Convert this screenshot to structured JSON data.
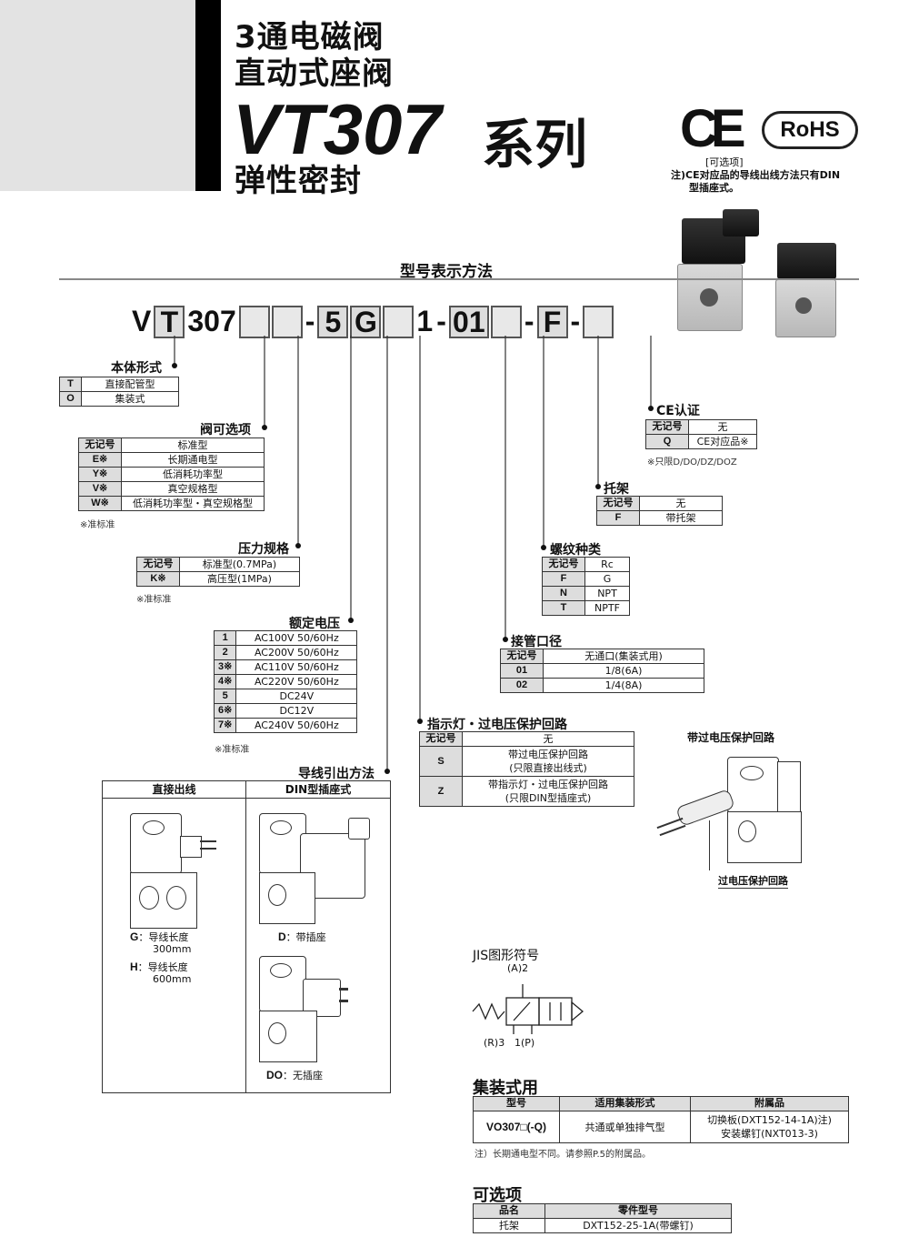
{
  "header": {
    "line1": "3通电磁阀",
    "line2": "直动式座阀",
    "model": "VT307",
    "series": "系列",
    "line4": "弹性密封",
    "ce_label": "CE",
    "ce_option": "[可选项]",
    "ce_note1": "注)CE对应品的导线出线方法只有DIN",
    "ce_note2": "型插座式。",
    "rohs": "RoHS"
  },
  "model_notation": {
    "title": "型号表示方法",
    "codes": [
      "V",
      "T",
      "307",
      "",
      "",
      "-",
      "5",
      "G",
      "",
      "1",
      "-",
      "01",
      "",
      "-",
      "F",
      "-",
      ""
    ]
  },
  "body_type": {
    "title": "本体形式",
    "rows": [
      [
        "T",
        "直接配管型"
      ],
      [
        "O",
        "集装式"
      ]
    ]
  },
  "valve_option": {
    "title": "阀可选项",
    "rows": [
      [
        "无记号",
        "标准型"
      ],
      [
        "E※",
        "长期通电型"
      ],
      [
        "Y※",
        "低消耗功率型"
      ],
      [
        "V※",
        "真空规格型"
      ],
      [
        "W※",
        "低消耗功率型・真空规格型"
      ]
    ],
    "note": "※准标准"
  },
  "pressure": {
    "title": "压力规格",
    "rows": [
      [
        "无记号",
        "标准型(0.7MPa)"
      ],
      [
        "K※",
        "高压型(1MPa)"
      ]
    ],
    "note": "※准标准"
  },
  "voltage": {
    "title": "额定电压",
    "rows": [
      [
        "1",
        "AC100V 50/60Hz"
      ],
      [
        "2",
        "AC200V 50/60Hz"
      ],
      [
        "3※",
        "AC110V 50/60Hz"
      ],
      [
        "4※",
        "AC220V 50/60Hz"
      ],
      [
        "5",
        "DC24V"
      ],
      [
        "6※",
        "DC12V"
      ],
      [
        "7※",
        "AC240V 50/60Hz"
      ]
    ],
    "note": "※准标准"
  },
  "wiring": {
    "title": "导线引出方法",
    "col1": "直接出线",
    "col2": "DIN型插座式",
    "g_key": "G",
    "g_text": "：导线长度",
    "g_len": "300mm",
    "h_key": "H",
    "h_text": "：导线长度",
    "h_len": "600mm",
    "d_key": "D",
    "d_text": "：带插座",
    "do_key": "DO",
    "do_text": "：无插座"
  },
  "ce": {
    "title": "CE认证",
    "rows": [
      [
        "无记号",
        "无"
      ],
      [
        "Q",
        "CE对应品※"
      ]
    ],
    "note": "※只限D/DO/DZ/DOZ"
  },
  "bracket": {
    "title": "托架",
    "rows": [
      [
        "无记号",
        "无"
      ],
      [
        "F",
        "带托架"
      ]
    ]
  },
  "thread": {
    "title": "螺纹种类",
    "rows": [
      [
        "无记号",
        "Rc"
      ],
      [
        "F",
        "G"
      ],
      [
        "N",
        "NPT"
      ],
      [
        "T",
        "NPTF"
      ]
    ]
  },
  "port": {
    "title": "接管口径",
    "rows": [
      [
        "无记号",
        "无通口(集装式用)"
      ],
      [
        "01",
        "1/8(6A)"
      ],
      [
        "02",
        "1/4(8A)"
      ]
    ]
  },
  "indicator": {
    "title": "指示灯・过电压保护回路",
    "rows": [
      [
        "无记号",
        "无",
        ""
      ],
      [
        "S",
        "带过电压保护回路",
        "(只限直接出线式)"
      ],
      [
        "Z",
        "带指示灯・过电压保护回路",
        "(只限DIN型插座式)"
      ]
    ]
  },
  "surge_fig": {
    "title": "带过电压保护回路",
    "label": "过电压保护回路"
  },
  "jis": {
    "title": "JIS图形符号",
    "a": "(A)2",
    "r": "(R)3",
    "p": "1(P)"
  },
  "manifold": {
    "title": "集装式用",
    "headers": [
      "型号",
      "适用集装形式",
      "附属品"
    ],
    "model": "VO307□(-Q)",
    "type": "共通或单独排气型",
    "acc1": "切换板(DXT152-14-1A)注)",
    "acc2": "安装螺钉(NXT013-3)",
    "note": "注）长期通电型不同。请参照P.5的附属品。"
  },
  "options": {
    "title": "可选项",
    "headers": [
      "品名",
      "零件型号"
    ],
    "rows": [
      [
        "托架",
        "DXT152-25-1A(带螺钉)"
      ]
    ]
  }
}
